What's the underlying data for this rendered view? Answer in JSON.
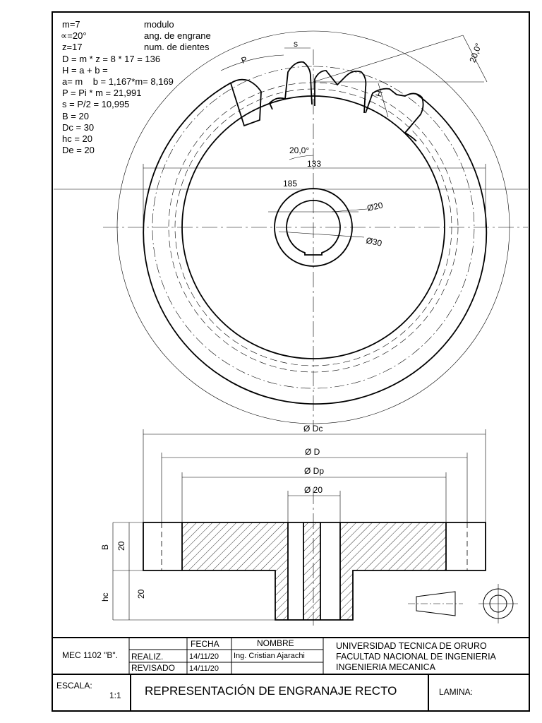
{
  "params": [
    {
      "lhs": "m=7",
      "rhs": "modulo"
    },
    {
      "lhs": "∝=20°",
      "rhs": "ang. de engrane"
    },
    {
      "lhs": "z=17",
      "rhs": "num. de dientes"
    },
    {
      "lhs": "D = m * z = 8 * 17 = 136",
      "rhs": ""
    },
    {
      "lhs": "H = a + b =",
      "rhs": ""
    },
    {
      "lhs": "a= m    b = 1,167*m= 8,169",
      "rhs": ""
    },
    {
      "lhs": "P = Pi * m = 21,991",
      "rhs": ""
    },
    {
      "lhs": "s = P/2 = 10,995",
      "rhs": ""
    },
    {
      "lhs": "B = 20",
      "rhs": ""
    },
    {
      "lhs": "Dc = 30",
      "rhs": ""
    },
    {
      "lhs": "hc = 20",
      "rhs": ""
    },
    {
      "lhs": "De = 20",
      "rhs": ""
    }
  ],
  "front_view": {
    "angle_top": "20,0°",
    "label_P": "P",
    "label_s": "s",
    "label_H": "H",
    "angle_mid": "20,0°",
    "dim_133": "133",
    "dim_185": "185",
    "dia_20": "Ø20",
    "dia_30": "Ø30"
  },
  "section_view": {
    "dim_Dc": "Ø Dc",
    "dim_D": "Ø D",
    "dim_Dp": "Ø Dp",
    "dim_20": "Ø 20",
    "dim_B": "B",
    "dim_B_val": "20",
    "dim_hc": "hc",
    "dim_hc_val": "20"
  },
  "title_block": {
    "course": "MEC 1102 \"B\".",
    "col_fecha": "FECHA",
    "col_nombre": "NOMBRE",
    "row_realiz": "REALIZ.",
    "row_revisado": "REVISADO",
    "date_realiz": "14/11/20",
    "date_revisado": "14/11/20",
    "author": "Ing. Cristian Ajarachi",
    "university_1": "UNIVERSIDAD TECNICA DE ORURO",
    "university_2": "FACULTAD NACIONAL DE INGENIERIA",
    "university_3": "INGENIERIA MECANICA",
    "escala_label": "ESCALA:",
    "escala_value": "1:1",
    "title": "REPRESENTACIÓN DE ENGRANAJE RECTO",
    "lamina": "LAMINA:"
  }
}
